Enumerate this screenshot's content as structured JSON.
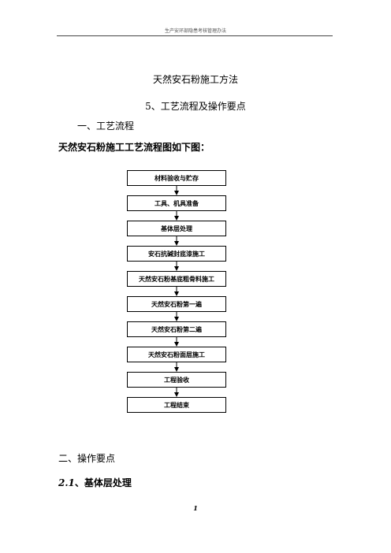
{
  "header": {
    "text": "生产安环部隐患考核管理办法"
  },
  "doc": {
    "title": "天然安石粉施工方法",
    "section": "5、工艺流程及操作要点",
    "sub1": "一、工艺流程",
    "flow_intro": "天然安石粉施工工艺流程图如下图：",
    "sub2": "二、操作要点",
    "sub3_num": "2.1",
    "sub3_text": "、基体层处理"
  },
  "flowchart": {
    "steps": [
      "材料验收与贮存",
      "工具、机具准备",
      "基体层处理",
      "安石抗碱封底漆施工",
      "天然安石粉基底粗骨料施工",
      "天然安石粉第一遍",
      "天然安石粉第二遍",
      "天然安石粉面层施工",
      "工程验收",
      "工程结束"
    ]
  },
  "footer": {
    "page_number": "1"
  }
}
